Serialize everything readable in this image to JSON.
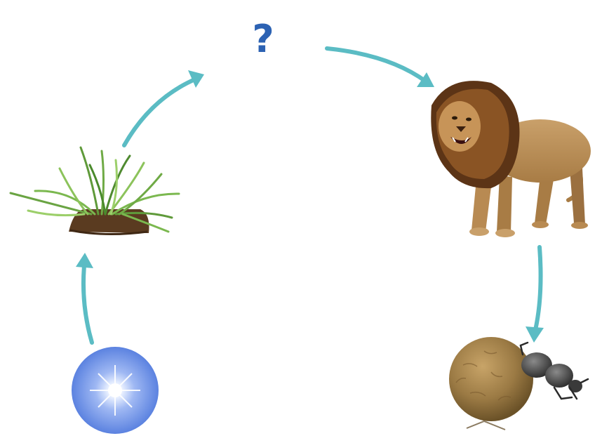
{
  "diagram": {
    "question_label": "?",
    "nodes": [
      {
        "id": "sun",
        "icon": "sun-icon"
      },
      {
        "id": "grass",
        "icon": "grass-icon"
      },
      {
        "id": "unknown",
        "icon": "question-mark"
      },
      {
        "id": "lion",
        "icon": "lion-icon"
      },
      {
        "id": "dung-beetle",
        "icon": "dung-beetle-icon"
      }
    ],
    "edges": [
      {
        "from": "sun",
        "to": "grass"
      },
      {
        "from": "grass",
        "to": "unknown"
      },
      {
        "from": "unknown",
        "to": "lion"
      },
      {
        "from": "lion",
        "to": "dung-beetle"
      }
    ]
  },
  "colors": {
    "arrow": "#5bbcc4",
    "question": "#2c62b3",
    "sun_core": "#ffffff",
    "sun_mid": "#9fb8f3",
    "sun_edge": "#5b82e0"
  }
}
